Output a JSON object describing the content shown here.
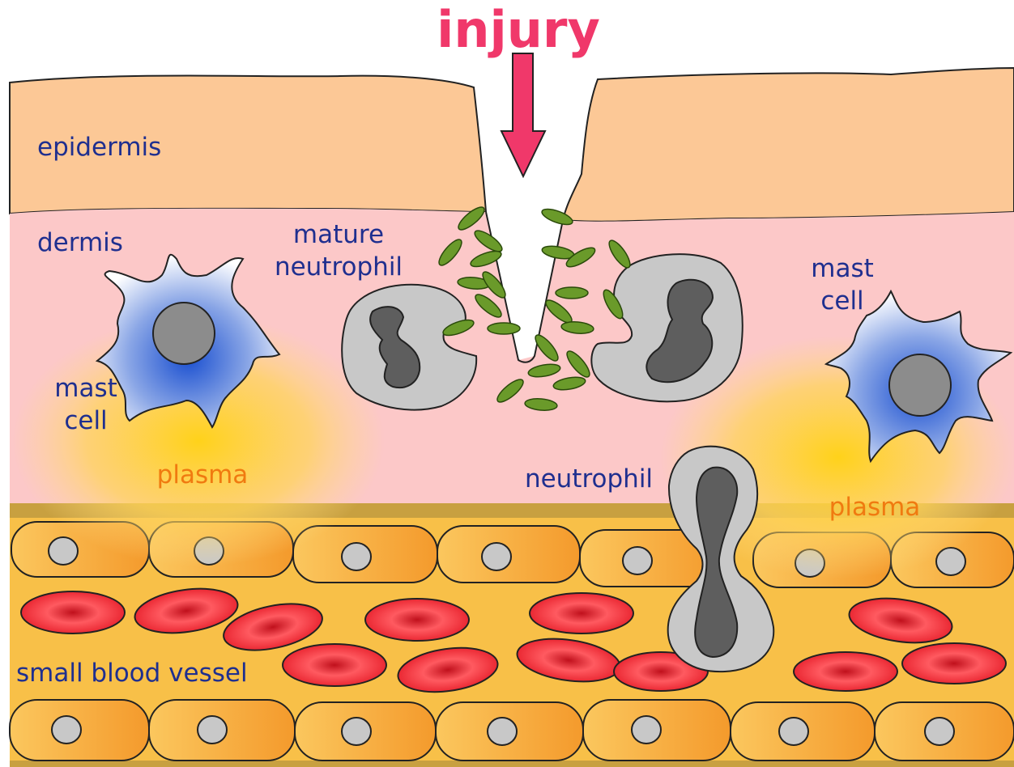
{
  "title": "injury",
  "labels": {
    "epidermis": "epidermis",
    "dermis": "dermis",
    "mature_neutrophil_line1": "mature",
    "mature_neutrophil_line2": "neutrophil",
    "mast_cell_left_line1": "mast",
    "mast_cell_left_line2": "cell",
    "mast_cell_right_line1": "mast",
    "mast_cell_right_line2": "cell",
    "plasma_left": "plasma",
    "plasma_right": "plasma",
    "neutrophil": "neutrophil",
    "small_blood_vessel": "small blood vessel"
  },
  "colors": {
    "title": "#f0386a",
    "arrow": "#f0386a",
    "label_text": "#1f2f8f",
    "plasma_text": "#f07a10",
    "epidermis": "#fcc896",
    "dermis": "#fcc8c8",
    "vessel": "#f8c048",
    "endothelial": "#f6a840",
    "red_cell": "#e8202c",
    "neutrophil": "#c8c8c8",
    "nucleus": "#606060",
    "bacteria": "#6a9a2a",
    "mast_cell": "#2a5cd0"
  }
}
